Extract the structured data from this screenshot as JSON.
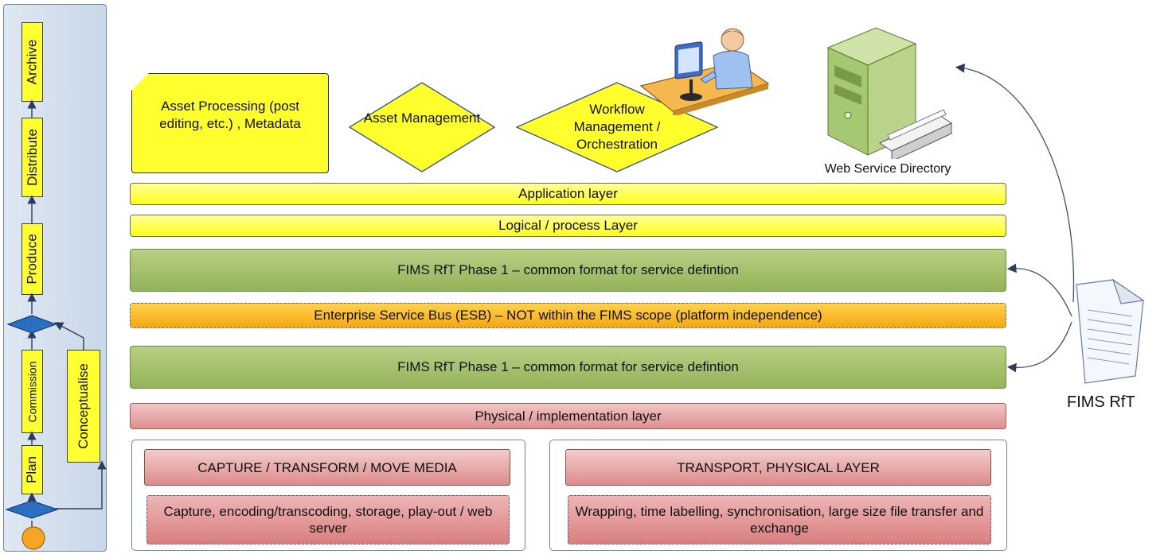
{
  "lifecycle": {
    "phases": [
      "Archive",
      "Distribute",
      "Produce",
      "Commission",
      "Plan",
      "Conceptualise"
    ]
  },
  "applications": {
    "asset_processing": "Asset Processing (post editing, etc.) , Metadata",
    "asset_management": "Asset Management",
    "workflow_management": "Workflow Management / Orchestration",
    "web_service_directory": "Web Service Directory"
  },
  "layers": {
    "application": "Application layer",
    "logical": "Logical / process Layer",
    "fims_phase1_upper": "FIMS RfT Phase 1 – common format for service defintion",
    "esb": "Enterprise Service Bus (ESB) –  NOT within the FIMS scope (platform independence)",
    "fims_phase1_lower": "FIMS RfT Phase 1 – common format for service defintion",
    "physical": "Physical / implementation  layer"
  },
  "physical_left": {
    "title": "CAPTURE / TRANSFORM /  MOVE MEDIA",
    "detail": "Capture, encoding/transcoding, storage, play-out / web server"
  },
  "physical_right": {
    "title": "TRANSPORT, PHYSICAL LAYER",
    "detail": "Wrapping, time labelling, synchronisation, large size file transfer and exchange"
  },
  "fims_rft_label": "FIMS RfT",
  "colors": {
    "yellow": "#ffff2e",
    "green": "#9bb85f",
    "orange": "#f7b21b",
    "red": "#e09999",
    "panel_border": "#6e86a6"
  }
}
